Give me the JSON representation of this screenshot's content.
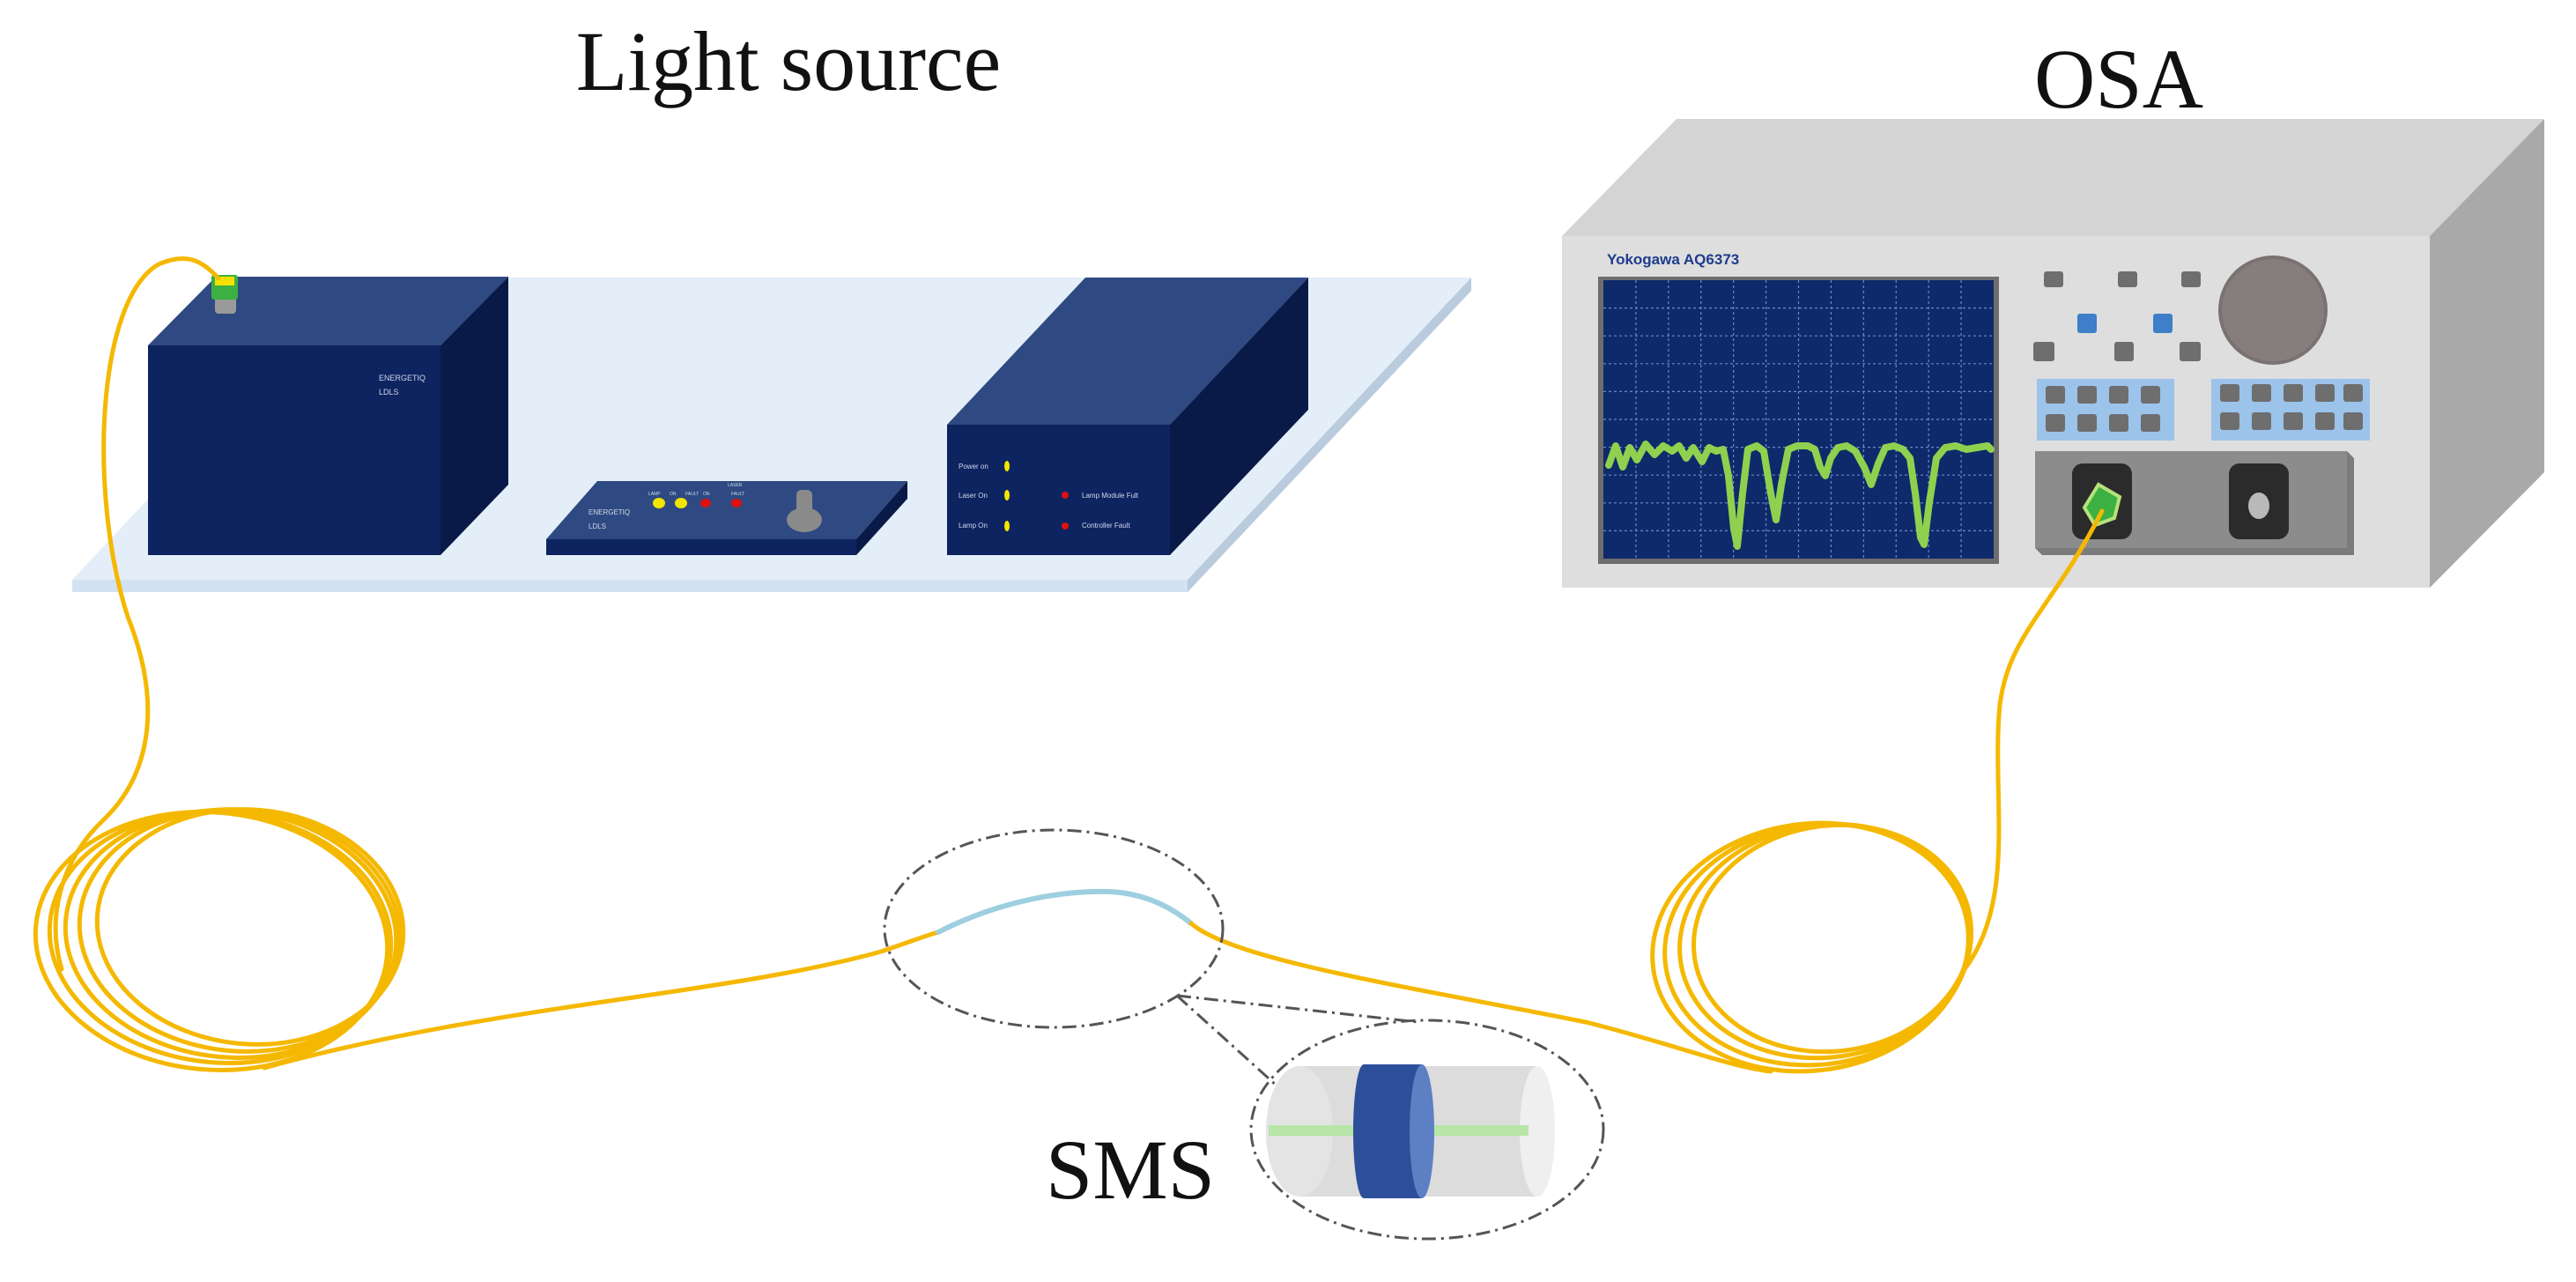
{
  "labels": {
    "light_source": "Light source",
    "osa": "OSA",
    "sms": "SMS"
  },
  "light_source_unit": {
    "brand": "ENERGETIQ",
    "model": "LDLS"
  },
  "controller": {
    "brand": "ENERGETIQ",
    "model": "LDLS",
    "indicator_labels": [
      "LAMP",
      "ON",
      "FAULT",
      "ON",
      "LASER",
      "FAULT"
    ]
  },
  "power_unit": {
    "status_left": [
      "Power on",
      "Laser On",
      "Lamp On"
    ],
    "status_right": [
      "Lamp Module Fult",
      "Controller Fault"
    ]
  },
  "osa_unit": {
    "model_label": "Yokogawa  AQ6373"
  },
  "colors": {
    "fiber": "#f5b800",
    "sensing_fiber": "#9ecfe0",
    "device_navy": "#0e2460",
    "device_navy_top": "#2f4a82",
    "device_navy_side": "#0a1a48",
    "table_top": "#e3eef8",
    "osa_body": "#d9d9d9",
    "osa_screen": "#0f2a6b",
    "spectrum": "#8fd14f",
    "led_yellow": "#f2e600",
    "led_red": "#e01010",
    "key_blue": "#3d7fc8",
    "key_panel": "#9cc3ea",
    "connector_green": "#3cb043"
  }
}
